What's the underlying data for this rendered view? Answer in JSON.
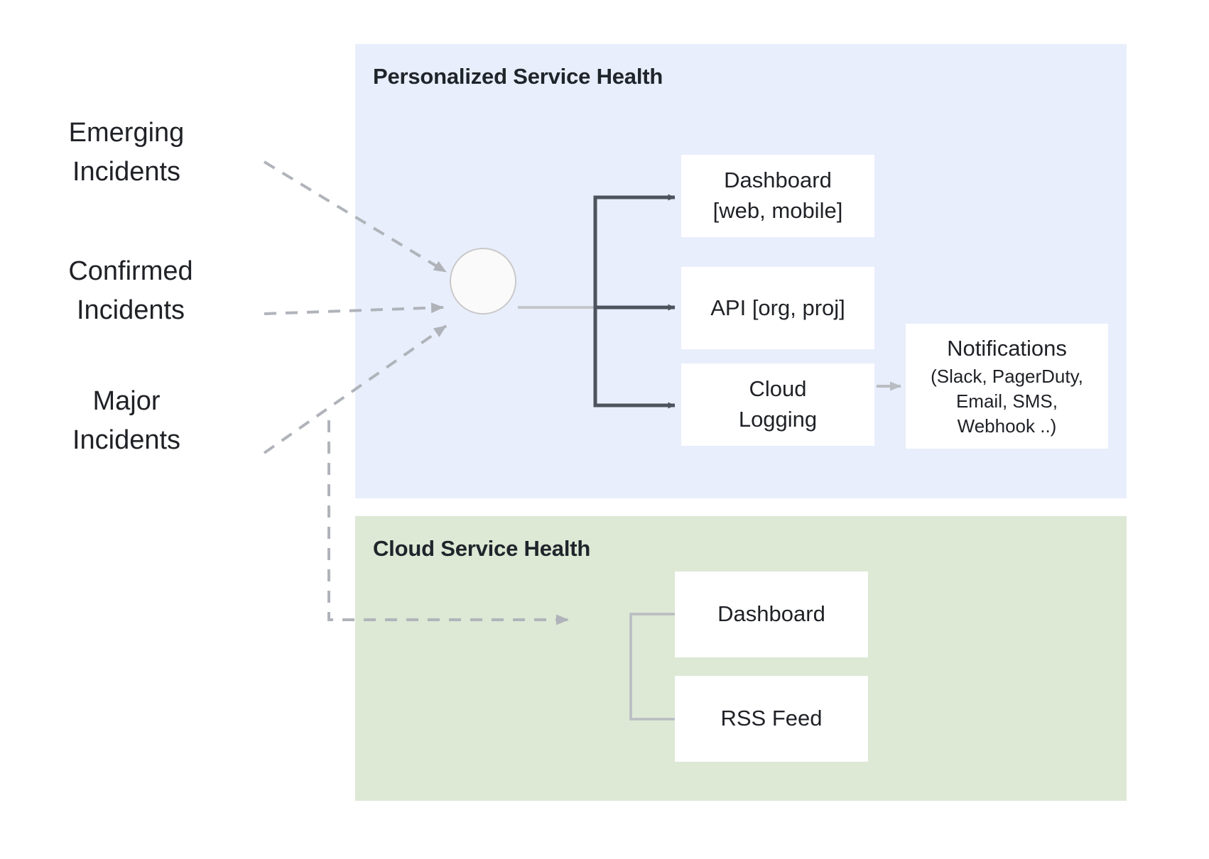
{
  "diagram": {
    "title_visible": false,
    "colors": {
      "personalized_panel_bg": "#e8eefb",
      "cloud_panel_bg": "#dde8d5",
      "box_bg": "#ffffff",
      "solid_arrow": "#4d535c",
      "light_arrow": "#b9bcc2",
      "dashed_arrow": "#b0b4ba",
      "text": "#1f2126"
    }
  },
  "sources": [
    {
      "id": "emerging",
      "label": "Emerging\nIncidents"
    },
    {
      "id": "confirmed",
      "label": "Confirmed\nIncidents"
    },
    {
      "id": "major",
      "label": "Major\nIncidents"
    }
  ],
  "panels": {
    "personalized": {
      "title": "Personalized Service Health",
      "hub": {
        "name": "incident-hub",
        "shape": "circle",
        "label": ""
      },
      "nodes": [
        {
          "id": "dashboard-web",
          "label": "Dashboard\n[web, mobile]"
        },
        {
          "id": "api",
          "label": "API [org, proj]"
        },
        {
          "id": "cloud-logging",
          "label": "Cloud\nLogging"
        }
      ],
      "notifications": {
        "title": "Notifications",
        "detail": "(Slack, PagerDuty,\nEmail, SMS,\nWebhook ..)"
      }
    },
    "cloud": {
      "title": "Cloud Service Health",
      "nodes": [
        {
          "id": "csh-dashboard",
          "label": "Dashboard"
        },
        {
          "id": "rss-feed",
          "label": "RSS Feed"
        }
      ]
    }
  }
}
